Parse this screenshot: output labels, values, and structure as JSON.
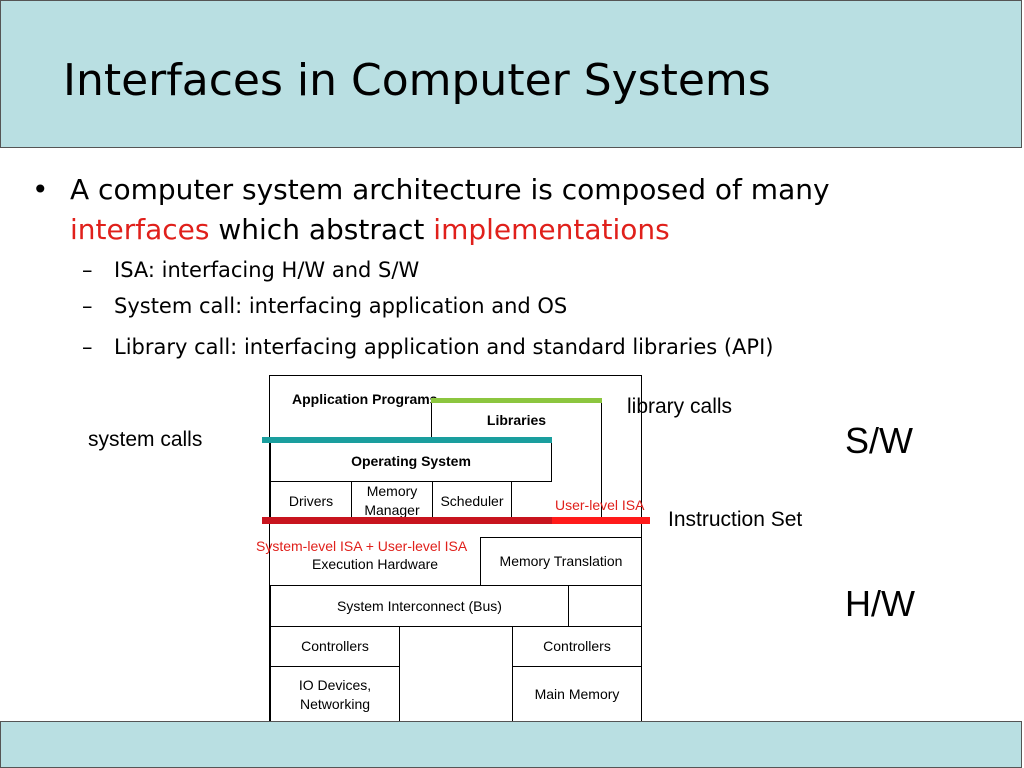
{
  "slide": {
    "title": "Interfaces in Computer Systems",
    "bullet": {
      "marker": "•",
      "text_1": "A computer system architecture is composed of many",
      "highlight_1": "interfaces",
      "text_2": "which abstract",
      "highlight_2": "implementations"
    },
    "sub_items": [
      {
        "marker": "–",
        "text": "ISA: interfacing H/W and S/W"
      },
      {
        "marker": "–",
        "text": "System call: interfacing application and OS"
      },
      {
        "marker": "–",
        "text": "Library call: interfacing application and standard libraries (API)"
      }
    ]
  },
  "diagram": {
    "application_programs": "Application Programs",
    "libraries": "Libraries",
    "operating_system": "Operating System",
    "drivers": "Drivers",
    "memory_manager": "Memory Manager",
    "scheduler": "Scheduler",
    "execution_hardware": "Execution Hardware",
    "memory_translation": "Memory Translation",
    "system_interconnect": "System Interconnect (Bus)",
    "controllers_left": "Controllers",
    "controllers_right": "Controllers",
    "io_devices": "IO Devices, Networking",
    "main_memory": "Main Memory",
    "label_system_calls": "system calls",
    "label_library_calls": "library calls",
    "label_instruction_set": "Instruction Set",
    "label_user_isa": "User-level ISA",
    "label_system_isa": "System-level ISA + User-level ISA",
    "label_sw": "S/W",
    "label_hw": "H/W"
  },
  "colors": {
    "header_bg": "#b9dfe2",
    "accent_red": "#e0201b",
    "teal_bar": "#1a9e9e",
    "green_bar": "#8cc63f",
    "dark_red_bar": "#c8141e",
    "bright_red_bar": "#ff1a1a"
  }
}
